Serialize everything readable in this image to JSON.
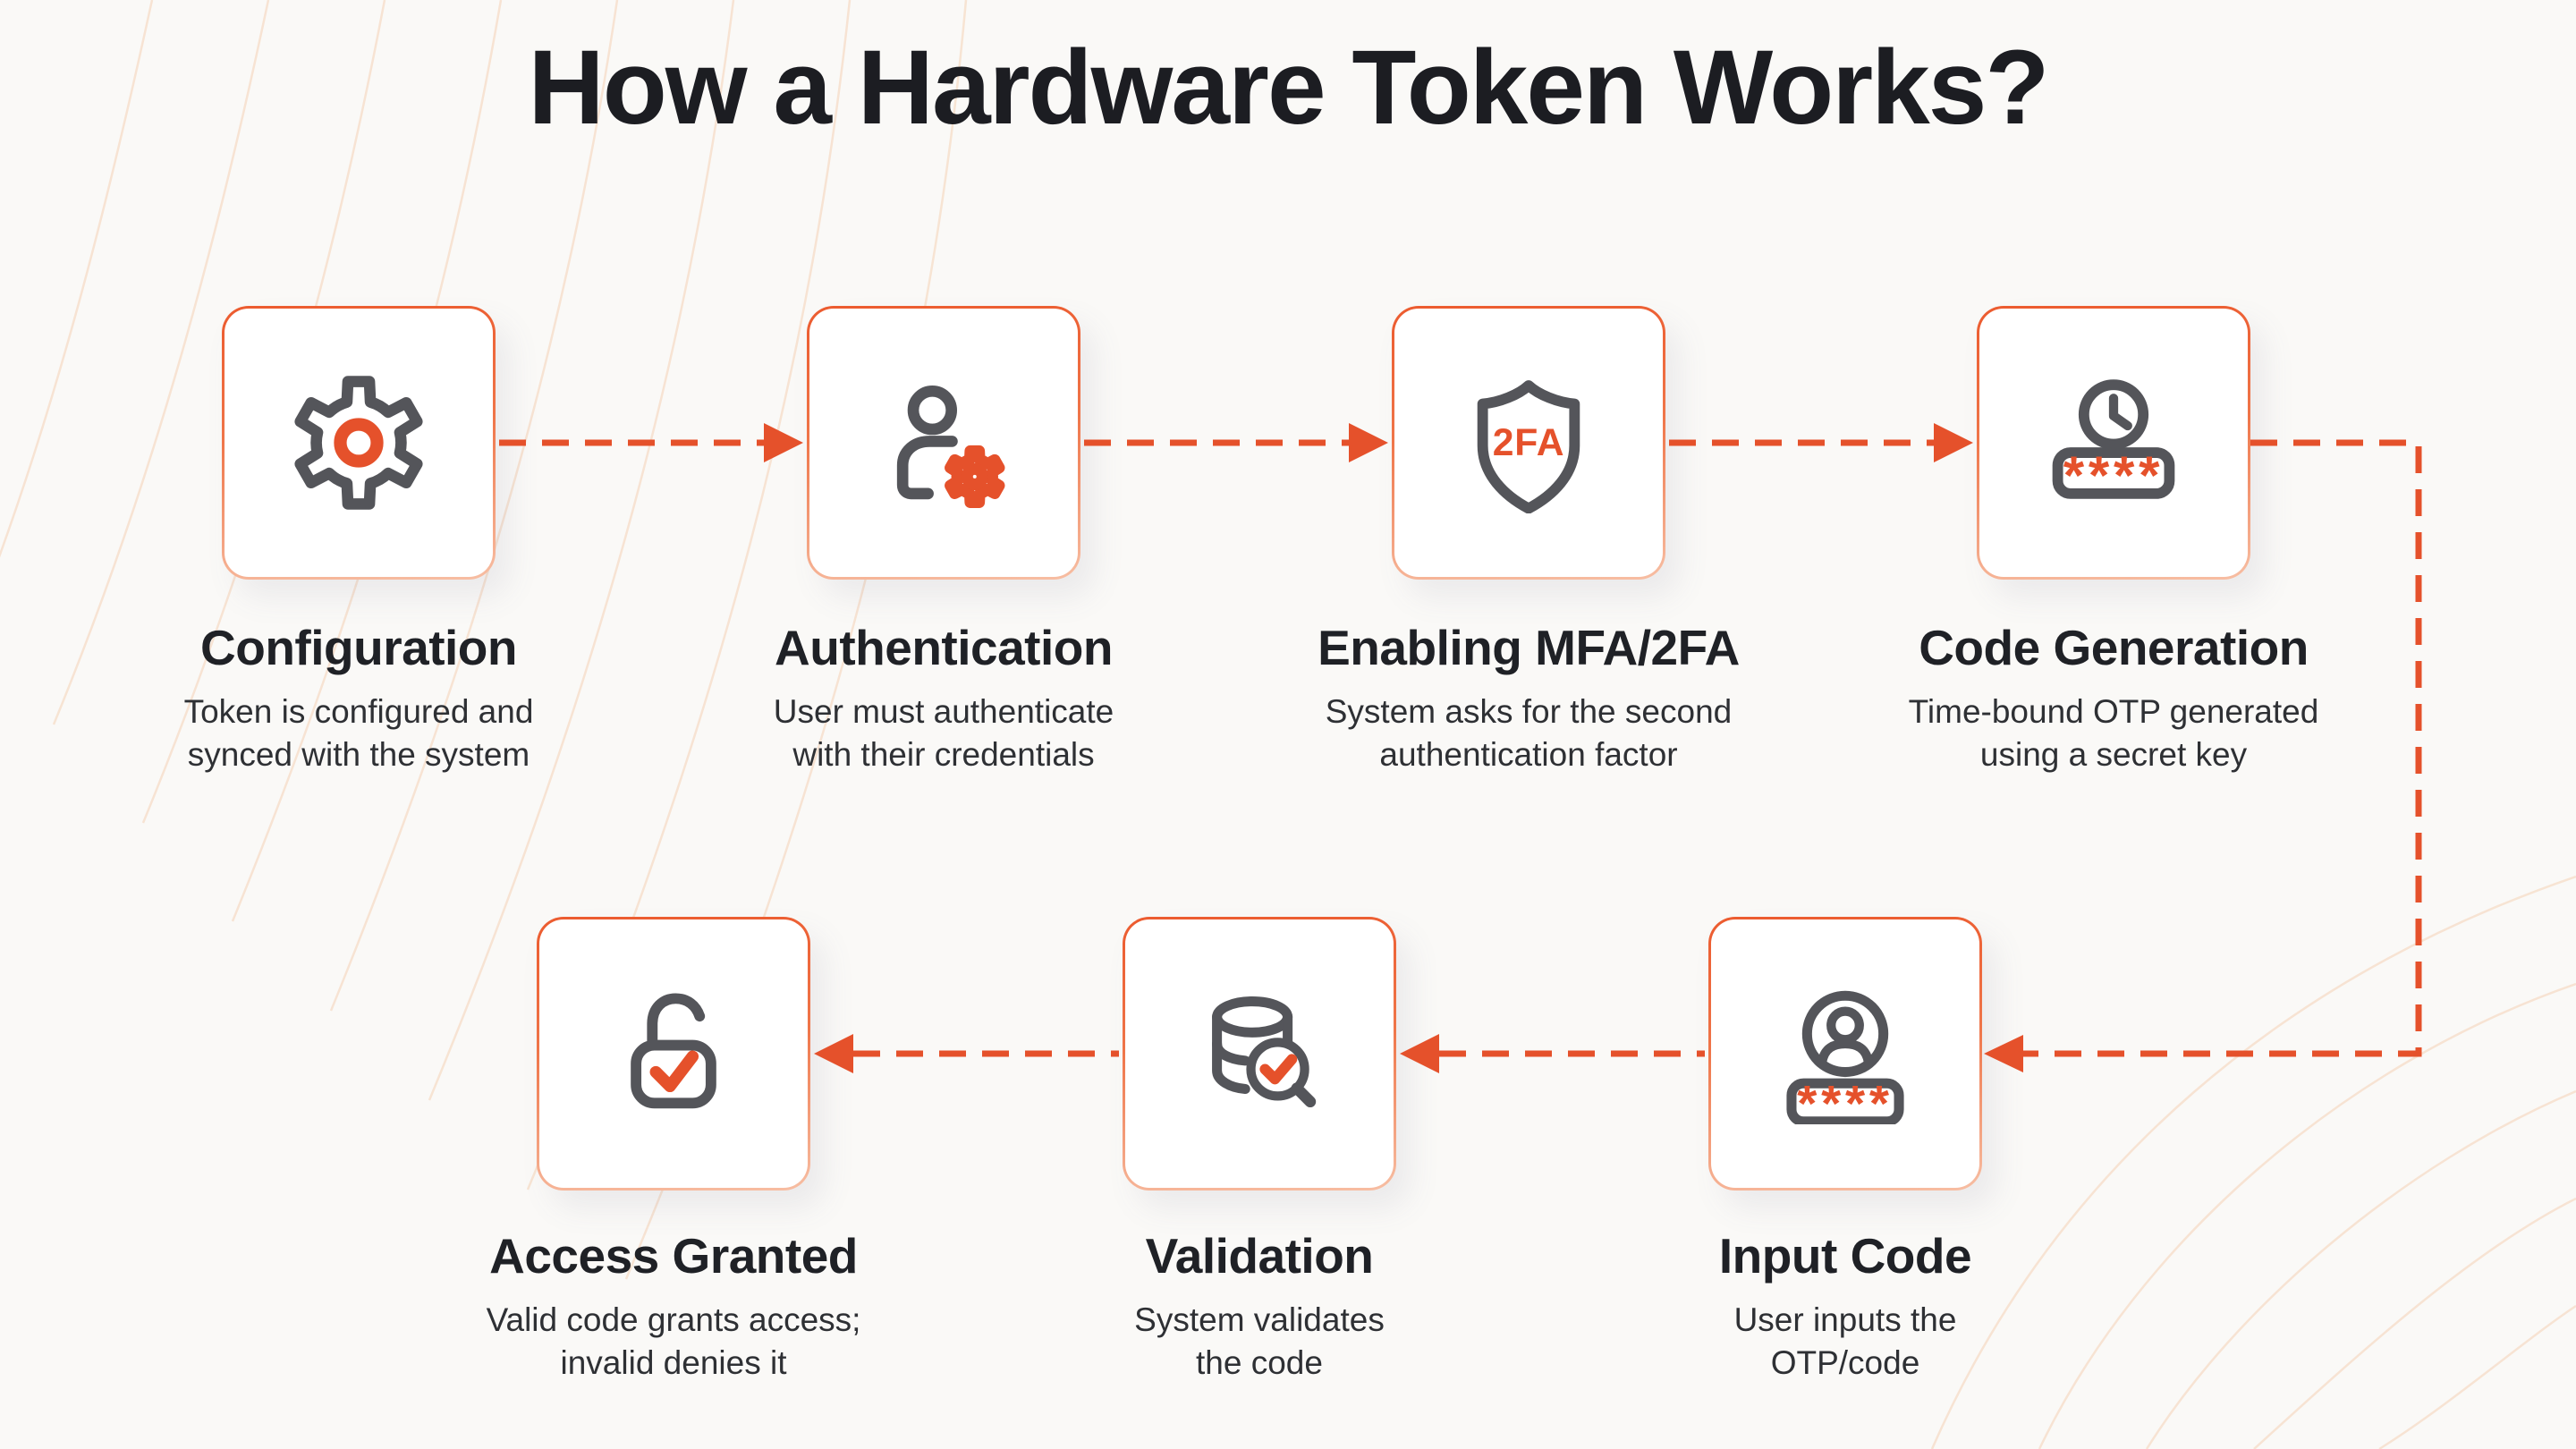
{
  "title": "How a Hardware Token Works?",
  "colors": {
    "accent": "#E5512B",
    "icon_gray": "#54555A",
    "background": "#FAF9F7",
    "card_border_top": "#EC5B2F",
    "card_border_bottom": "#F7BEA3"
  },
  "steps": [
    {
      "title": "Configuration",
      "description": "Token is configured and\nsynced with the system",
      "icon": "gear-icon"
    },
    {
      "title": "Authentication",
      "description": "User must authenticate\nwith their credentials",
      "icon": "user-gear-icon"
    },
    {
      "title": "Enabling MFA/2FA",
      "description": "System asks for the second\nauthentication factor",
      "icon": "shield-2fa-icon",
      "icon_label": "2FA"
    },
    {
      "title": "Code Generation",
      "description": "Time-bound OTP generated\nusing a secret key",
      "icon": "clock-otp-icon",
      "icon_label": "****"
    },
    {
      "title": "Input Code",
      "description": "User inputs the\nOTP/code",
      "icon": "user-otp-icon",
      "icon_label": "****"
    },
    {
      "title": "Validation",
      "description": "System validates\nthe code",
      "icon": "database-check-icon"
    },
    {
      "title": "Access Granted",
      "description": "Valid code grants access;\ninvalid denies it",
      "icon": "unlock-check-icon"
    }
  ]
}
